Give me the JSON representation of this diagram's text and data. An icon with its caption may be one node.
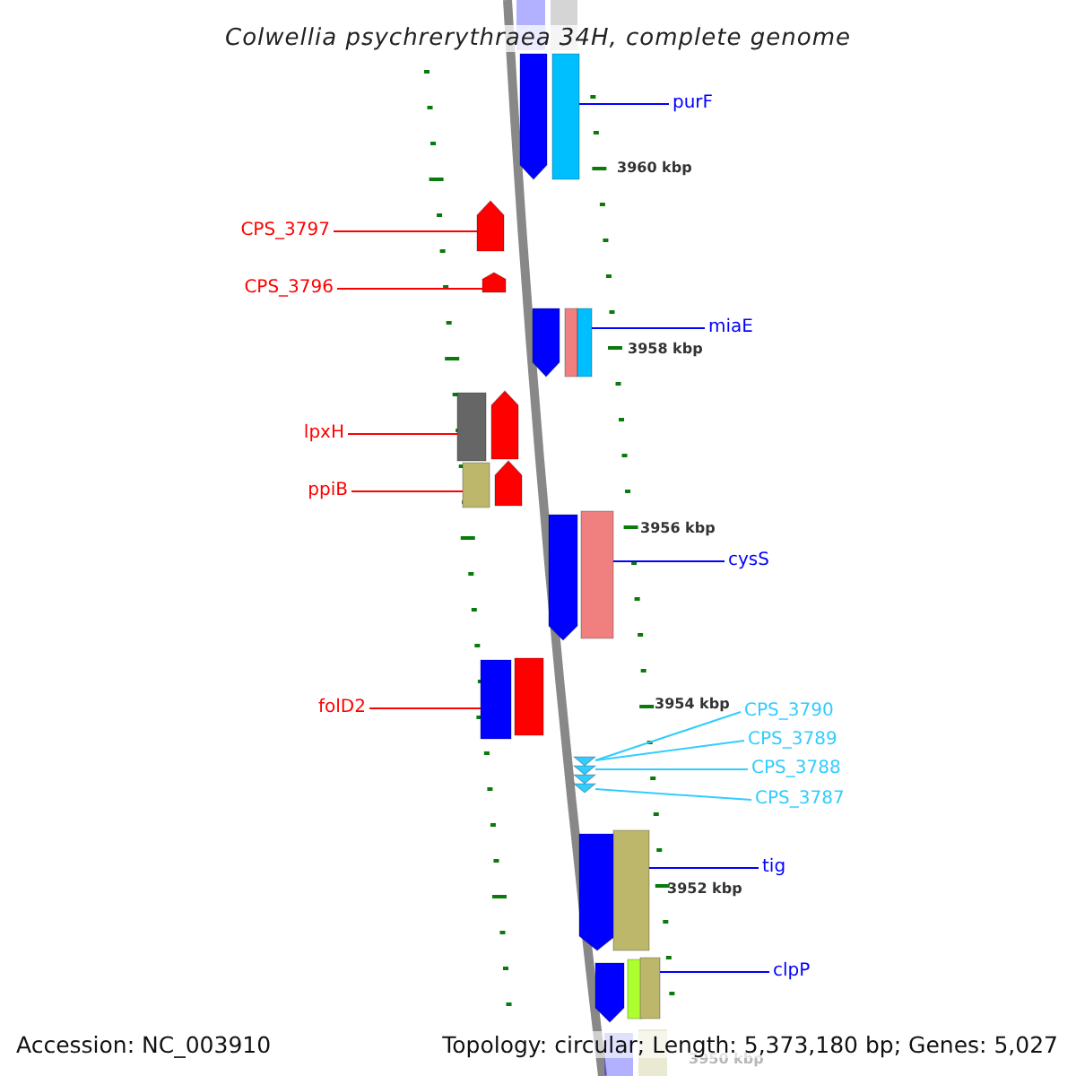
{
  "diagram": {
    "title": "Colwellia psychrerythraea 34H, complete genome",
    "nodes": [
      {
        "text": [
          "purF"
        ]
      },
      {
        "text": [],
        "shape": "bar"
      },
      {
        "text": [
          "CPS_3797"
        ]
      },
      {
        "text": [],
        "shape": "bar"
      },
      {
        "text": [
          "CPS_3796"
        ]
      },
      {
        "text": [],
        "shape": "bar"
      },
      {
        "text": [
          "miaE"
        ]
      },
      {
        "text": [],
        "shape": "bar"
      },
      {
        "text": [
          "lpxH"
        ]
      },
      {
        "text": [],
        "shape": "bar"
      },
      {
        "text": [
          "ppiB"
        ]
      },
      {
        "text": [],
        "shape": "bar"
      },
      {
        "text": [
          "cysS"
        ]
      },
      {
        "text": [],
        "shape": "bar"
      },
      {
        "text": [
          "folD2"
        ]
      },
      {
        "text": [],
        "shape": "bar"
      },
      {
        "text": [
          "CPS_3790"
        ]
      },
      {
        "text": [],
        "shape": "triangle"
      },
      {
        "text": [
          "CPS_3789"
        ]
      },
      {
        "text": [
          "CPS_3788"
        ]
      },
      {
        "text": [
          "CPS_3787"
        ]
      },
      {
        "text": [
          "tig"
        ]
      },
      {
        "text": [],
        "shape": "bar"
      },
      {
        "text": [
          "clpP"
        ]
      },
      {
        "text": [],
        "shape": "bar"
      }
    ],
    "edges": [
      {
        "from": 0,
        "to": 1,
        "arrow": "none",
        "color": "#0000ff"
      },
      {
        "from": 2,
        "to": 3,
        "arrow": "none",
        "color": "#ff0000"
      },
      {
        "from": 4,
        "to": 5,
        "arrow": "none",
        "color": "#ff0000"
      },
      {
        "from": 6,
        "to": 7,
        "arrow": "none",
        "color": "#0000ff"
      },
      {
        "from": 8,
        "to": 9,
        "arrow": "none",
        "color": "#ff0000"
      },
      {
        "from": 10,
        "to": 11,
        "arrow": "none",
        "color": "#ff0000"
      },
      {
        "from": 12,
        "to": 13,
        "arrow": "none",
        "color": "#0000ff"
      },
      {
        "from": 14,
        "to": 15,
        "arrow": "none",
        "color": "#ff0000"
      },
      {
        "from": 16,
        "to": 17,
        "arrow": "none",
        "color": "#33ccff"
      },
      {
        "from": 18,
        "to": 17,
        "arrow": "none",
        "color": "#33ccff"
      },
      {
        "from": 19,
        "to": 17,
        "arrow": "none",
        "color": "#33ccff"
      },
      {
        "from": 20,
        "to": 17,
        "arrow": "none",
        "color": "#33ccff"
      },
      {
        "from": 21,
        "to": 22,
        "arrow": "none",
        "color": "#0000ff"
      },
      {
        "from": 23,
        "to": 24,
        "arrow": "none",
        "color": "#0000ff"
      }
    ],
    "labels": [
      "3960 kbp",
      "3958 kbp",
      "3956 kbp",
      "3954 kbp",
      "3952 kbp",
      "3950 kbp",
      "Accession: NC_003910",
      "Topology: circular; Length: 5,373,180 bp; Genes: 5,027"
    ]
  }
}
